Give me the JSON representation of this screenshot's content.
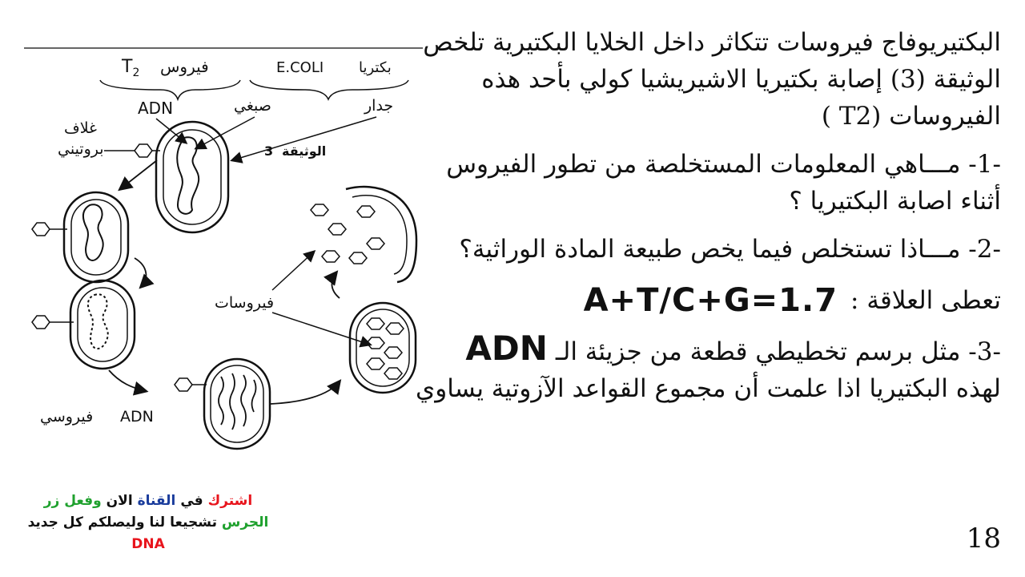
{
  "text": {
    "intro_lines": [
      "البكتيريوفاج فيروسات تتكاثر داخل الخلايا البكتيرية تلخص",
      "الوثيقة (3) إصابة بكتيريا الاشيريشيا كولي بأحد هذه",
      "الفيروسات (T2 )"
    ],
    "q1_lines": [
      "-1- مـــاهي المعلومات المستخلصة من تطور الفيروس",
      "أثناء اصابة البكتيريا ؟"
    ],
    "q2": "-2- مـــاذا تستخلص فيما يخص طبيعة المادة الوراثية؟",
    "relation_label": "تعطى العلاقة :",
    "formula": "A+T/C+G=1.7",
    "q3_line1": "-3- مثل برسم تخطيطي قطعة من جزيئة الـ",
    "q3_adn": "ADN",
    "q3_line2": "لهذه البكتيريا اذا علمت أن مجموع القواعد الآزوتية يساوي",
    "page_number": "18"
  },
  "diagram": {
    "label_bacteria": "بكتريا",
    "label_ecoli": "E.COLI",
    "label_virus": "فيروس",
    "label_t2": "T",
    "label_t2_sub": "2",
    "label_adn": "ADN",
    "label_wall": "جدار",
    "label_chromosome": "صبغي",
    "label_coat_1": "غلاف",
    "label_coat_2": "بروتيني",
    "label_document": "الوثيقة",
    "label_document_num": "3",
    "label_viruses": "فيروسات",
    "label_viral_adn": "ADN",
    "label_viral": "فيروسي"
  },
  "promo": {
    "w1": "اشترك",
    "w2": "في",
    "w3": "القناة",
    "w4": "الان",
    "w5": "وفعل زر",
    "w6": "الجرس",
    "w7": "تشجيعا لنا وليصلكم كل جديد",
    "w8": "DNA"
  },
  "colors": {
    "red": "#e8141c",
    "blue": "#1a3c9c",
    "green": "#1fa12e"
  }
}
